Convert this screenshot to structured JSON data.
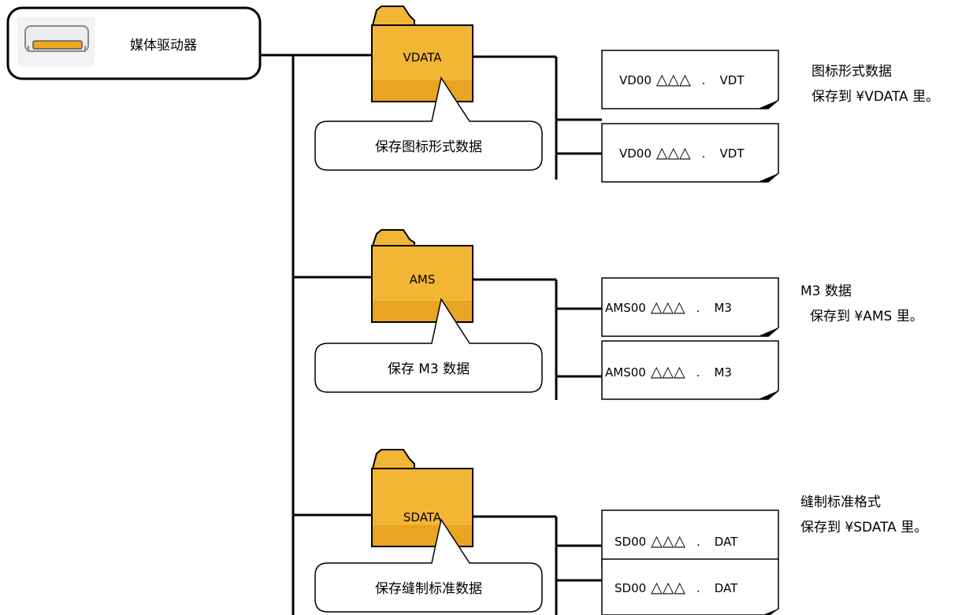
{
  "drive": {
    "label": "媒体驱动器",
    "icon": "media-drive-icon"
  },
  "colors": {
    "folder": "#F2B534",
    "folder_shade": "#E9A423",
    "line": "#000000"
  },
  "folders": [
    {
      "name": "VDATA",
      "callout": "保存图标形式数据",
      "files": [
        {
          "prefix": "VD00",
          "mark": "△△△",
          "dot": ".",
          "ext": "VDT"
        },
        {
          "prefix": "VD00",
          "mark": "△△△",
          "dot": ".",
          "ext": "VDT"
        }
      ],
      "note": {
        "line1": "图标形式数据",
        "line2": "保存到 ¥VDATA 里。"
      }
    },
    {
      "name": "AMS",
      "callout": "保存 M3 数据",
      "files": [
        {
          "prefix": "AMS00",
          "mark": "△△△",
          "dot": ".",
          "ext": "M3"
        },
        {
          "prefix": "AMS00",
          "mark": "△△△",
          "dot": ".",
          "ext": "M3"
        }
      ],
      "note": {
        "line1": "M3 数据",
        "line2": "保存到 ¥AMS 里。"
      }
    },
    {
      "name": "SDATA",
      "callout": "保存缝制标准数据",
      "files": [
        {
          "prefix": "SD00",
          "mark": "△△△",
          "dot": ".",
          "ext": "DAT"
        },
        {
          "prefix": "SD00",
          "mark": "△△△",
          "dot": ".",
          "ext": "DAT"
        }
      ],
      "note": {
        "line1": "缝制标准格式",
        "line2": "保存到 ¥SDATA 里。"
      }
    }
  ]
}
